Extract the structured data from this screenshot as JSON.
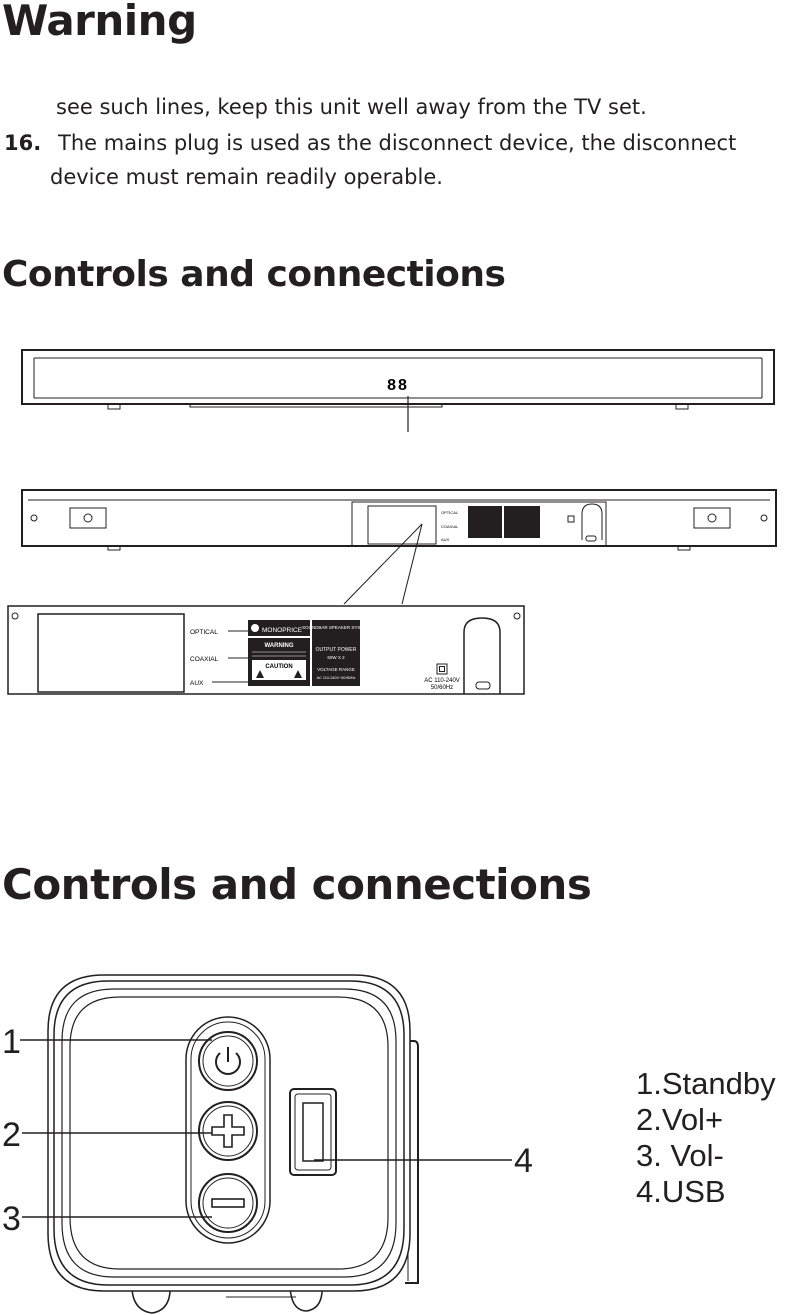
{
  "warning": {
    "title": "Warning",
    "continued_line": "see such lines, keep this unit well away from the TV set.",
    "item16_number": "16.",
    "item16_line1": "The mains plug is used as the disconnect device, the disconnect",
    "item16_line2": "device must remain readily operable."
  },
  "section1": {
    "title": "Controls and connections",
    "display_digits": "88",
    "rear_panel": {
      "ports": [
        "OPTICAL",
        "COAXIAL",
        "AUX"
      ],
      "brand": "MONOPRICE",
      "label_warning": "WARNING",
      "label_caution": "CAUTION",
      "spec_product": "SOUNDBAR SPEAKER SYSTEM",
      "spec_output": "OUTPUT POWER",
      "spec_output_value": "60W X 2",
      "spec_voltage": "VOLTAGE RANGE",
      "spec_voltage_value": "AC 110-240V~50/60Hz",
      "ac_line1": "AC 110-240V",
      "ac_line2": "50/60Hz"
    }
  },
  "section2": {
    "title": "Controls and connections",
    "callouts": [
      "1",
      "2",
      "3",
      "4"
    ],
    "legend": [
      "1.Standby",
      "2.Vol+",
      "3. Vol-",
      "4.USB"
    ]
  }
}
